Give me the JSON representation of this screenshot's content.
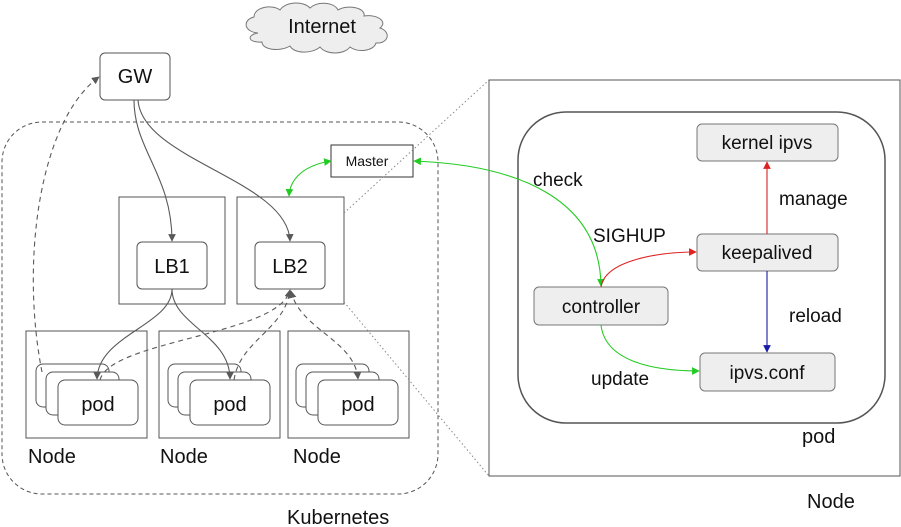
{
  "labels": {
    "internet": "Internet",
    "gw": "GW",
    "master": "Master",
    "lb1": "LB1",
    "lb2": "LB2",
    "pod": "pod",
    "node": "Node",
    "kubernetes": "Kubernetes",
    "kernel_ipvs": "kernel ipvs",
    "keepalived": "keepalived",
    "controller": "controller",
    "ipvs_conf": "ipvs.conf",
    "check": "check",
    "sighup": "SIGHUP",
    "manage": "manage",
    "reload": "reload",
    "update": "update",
    "pod_detail": "pod",
    "node_detail": "Node"
  },
  "colors": {
    "green": "#22cc22",
    "red": "#dd2222",
    "blue": "#1a1aa8",
    "gray_line": "#595959",
    "box_fill": "#eeeeee"
  }
}
